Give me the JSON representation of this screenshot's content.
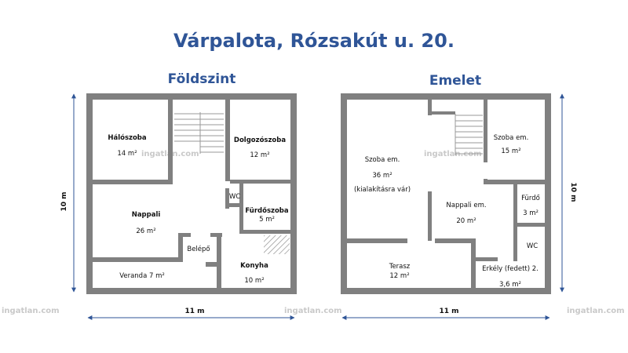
{
  "title": "Várpalota, Rózsakút u. 20.",
  "floors": [
    {
      "title": "Földszint",
      "width_label": "11 m",
      "height_label": "10 m",
      "rooms": [
        {
          "name": "Hálószoba",
          "area": "14 m²"
        },
        {
          "name": "Dolgozószoba",
          "area": "12 m²"
        },
        {
          "name": "WC",
          "area": ""
        },
        {
          "name": "Fürdőszoba",
          "area": "5 m²"
        },
        {
          "name": "Nappali",
          "area": "26 m²"
        },
        {
          "name": "Belépő",
          "area": ""
        },
        {
          "name": "Veranda 7 m²",
          "area": ""
        },
        {
          "name": "Konyha",
          "area": "10 m²"
        }
      ]
    },
    {
      "title": "Emelet",
      "width_label": "11 m",
      "height_label": "10 m",
      "rooms": [
        {
          "name": "Szoba em.",
          "area": "36 m²",
          "note": "(kialakításra vár)"
        },
        {
          "name": "Szoba em.",
          "area": "15 m²"
        },
        {
          "name": "Nappali em.",
          "area": "20 m²"
        },
        {
          "name": "Fürdő",
          "area": "3 m²"
        },
        {
          "name": "WC",
          "area": ""
        },
        {
          "name": "Terasz",
          "area": "12 m²"
        },
        {
          "name": "Erkély (fedett) 2.",
          "area": "3,6 m²"
        }
      ]
    }
  ],
  "watermark": "ingatlan.com",
  "colors": {
    "title": "#2f5597",
    "wall": "#808080",
    "dimension": "#2f5597"
  }
}
